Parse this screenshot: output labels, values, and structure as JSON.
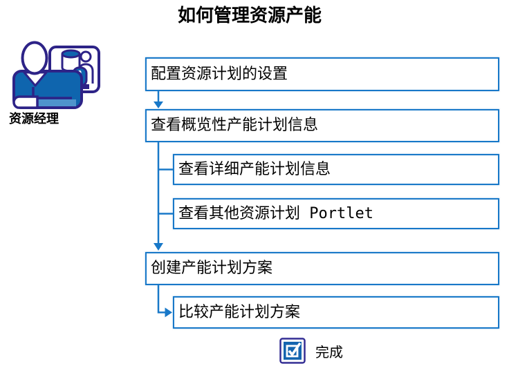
{
  "title": "如何管理资源产能",
  "actor": {
    "label": "资源经理",
    "icon": "resource-manager-icon"
  },
  "flow": {
    "steps": [
      {
        "label": "配置资源计划的设置",
        "indent": 0
      },
      {
        "label": "查看概览性产能计划信息",
        "indent": 0
      },
      {
        "label": "查看详细产能计划信息",
        "indent": 1
      },
      {
        "label": "查看其他资源计划 Portlet",
        "indent": 1
      },
      {
        "label": "创建产能计划方案",
        "indent": 0
      },
      {
        "label": "比较产能计划方案",
        "indent": 1
      }
    ]
  },
  "footer": {
    "done_label": "完成",
    "icon": "checkbox-checked-icon"
  },
  "colors": {
    "box_border": "#1878c8",
    "connector": "#1878c8",
    "icon_outline": "#2d2387",
    "icon_fill": "#0f65ae",
    "checkbox_fill": "#1465af",
    "checkbox_outline": "#332d94",
    "text": "#000000"
  }
}
